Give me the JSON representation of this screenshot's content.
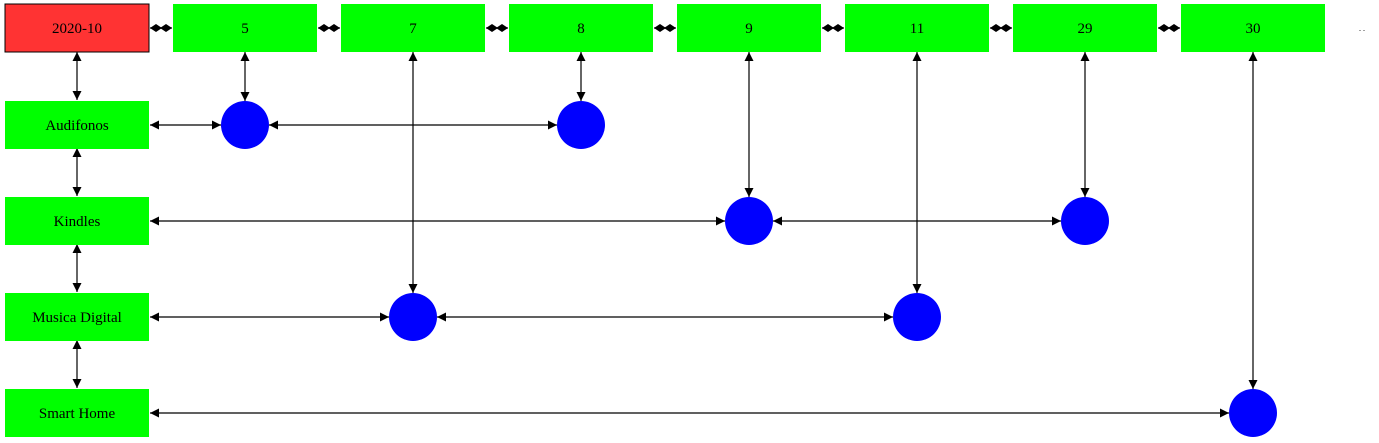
{
  "colors": {
    "header_fill": "#ff3333",
    "node_fill": "#00ff00",
    "dot_fill": "#0000ff",
    "edge": "#000000"
  },
  "header": {
    "label": "2020-10"
  },
  "days": [
    "5",
    "7",
    "8",
    "9",
    "11",
    "29",
    "30"
  ],
  "categories": [
    "Audifonos",
    "Kindles",
    "Musica Digital",
    "Smart Home"
  ],
  "trailing_mark": ". ."
}
